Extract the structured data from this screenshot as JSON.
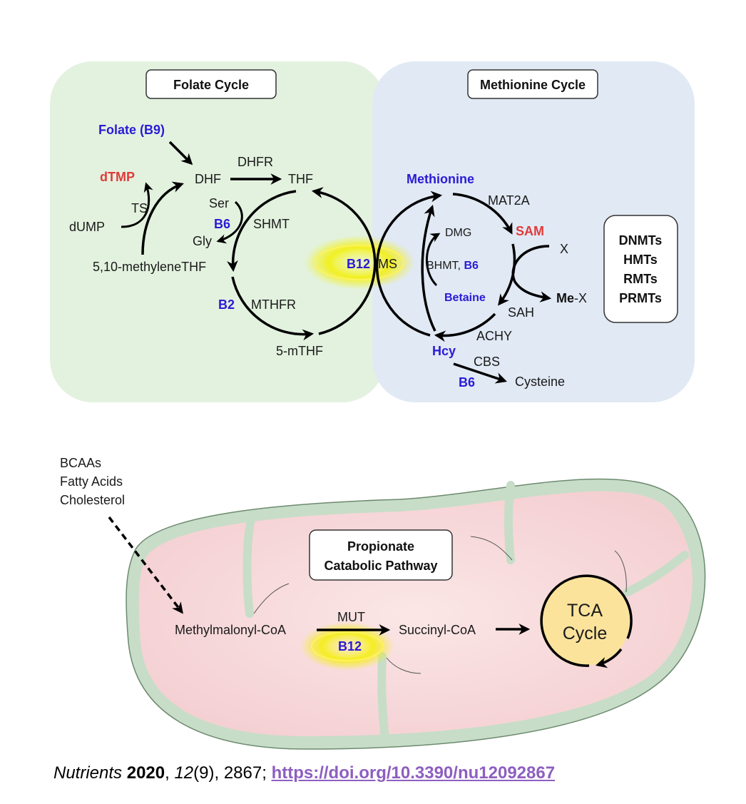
{
  "folate_cycle": {
    "title": "Folate Cycle",
    "folate": "Folate (B9)",
    "dtmp": "dTMP",
    "dhf": "DHF",
    "dhfr": "DHFR",
    "thf": "THF",
    "ts": "TS",
    "dump": "dUMP",
    "ser": "Ser",
    "b6": "B6",
    "shmt": "SHMT",
    "gly": "Gly",
    "methylene_thf": "5,10-methyleneTHF",
    "b2": "B2",
    "mthfr": "MTHFR",
    "mthf": "5-mTHF"
  },
  "junction": {
    "b12": "B12",
    "ms": "MS"
  },
  "methionine_cycle": {
    "title": "Methionine Cycle",
    "methionine": "Methionine",
    "mat2a": "MAT2A",
    "sam": "SAM",
    "dmg": "DMG",
    "bhmt": "BHMT,",
    "bhmt_b6": "B6",
    "betaine": "Betaine",
    "x": "X",
    "mex_me": "Me",
    "mex_x": "-X",
    "sah": "SAH",
    "achy": "ACHY",
    "hcy": "Hcy",
    "cbs": "CBS",
    "cbs_b6": "B6",
    "cysteine": "Cysteine",
    "enzymes": [
      "DNMTs",
      "HMTs",
      "RMTs",
      "PRMTs"
    ]
  },
  "mitochondrion": {
    "inputs": [
      "BCAAs",
      "Fatty Acids",
      "Cholesterol"
    ],
    "pathway_title": [
      "Propionate",
      "Catabolic Pathway"
    ],
    "methylmalonyl": "Methylmalonyl-CoA",
    "mut": "MUT",
    "b12": "B12",
    "succinyl": "Succinyl-CoA",
    "tca": [
      "TCA",
      "Cycle"
    ]
  },
  "citation": {
    "journal": "Nutrients",
    "year": "2020",
    "volume": "12",
    "issue": "(9), 2867; ",
    "doi": "https://doi.org/10.3390/nu12092867"
  },
  "colors": {
    "folate_bg": "#e3f2df",
    "methionine_bg": "#e1e9f4",
    "vitamin": "#2a1bd6",
    "highlight_red": "#e03a3a",
    "highlight_yellow": "#f5f000",
    "matrix": "#f8dcdc",
    "membrane": "#c7ddc8",
    "tca": "#fbe39c"
  }
}
